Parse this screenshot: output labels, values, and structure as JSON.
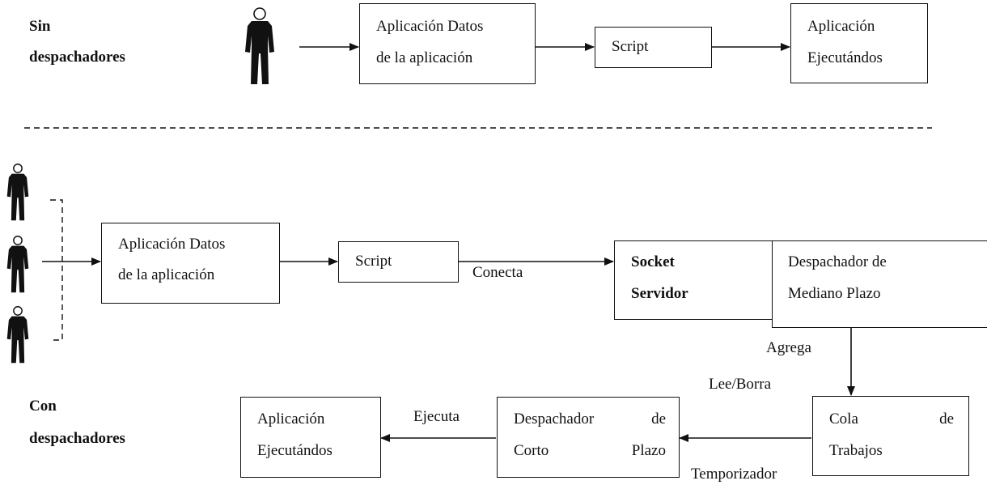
{
  "top": {
    "label_line1": "Sin",
    "label_line2": "despachadores",
    "app_box_line1": "Aplicación  Datos",
    "app_box_line2": "de la aplicación",
    "script_box": "Script",
    "run_box_line1": "Aplicación",
    "run_box_line2": "Ejecutándos"
  },
  "bottom": {
    "label_line1": "Con",
    "label_line2": "despachadores",
    "app_box_line1": "Aplicación  Datos",
    "app_box_line2": "de la aplicación",
    "script_box": "Script",
    "conecta_label": "Conecta",
    "socket_line1": "Socket",
    "socket_line2": "Servidor",
    "mid_dispatcher_line1": "Despachador de",
    "mid_dispatcher_line2": "Mediano  Plazo",
    "agrega_label": "Agrega",
    "leeborra_label": "Lee/Borra",
    "queue_line1_a": "Cola",
    "queue_line1_b": "de",
    "queue_line2": "Trabajos",
    "temporizador_label": "Temporizador",
    "short_dispatcher_line1_a": "Despachador",
    "short_dispatcher_line1_b": "de",
    "short_dispatcher_line2_a": "Corto",
    "short_dispatcher_line2_b": "Plazo",
    "ejecuta_label": "Ejecuta",
    "run_box_line1": "Aplicación",
    "run_box_line2": "Ejecutándos"
  },
  "colors": {
    "ink": "#111111",
    "background": "#ffffff"
  }
}
